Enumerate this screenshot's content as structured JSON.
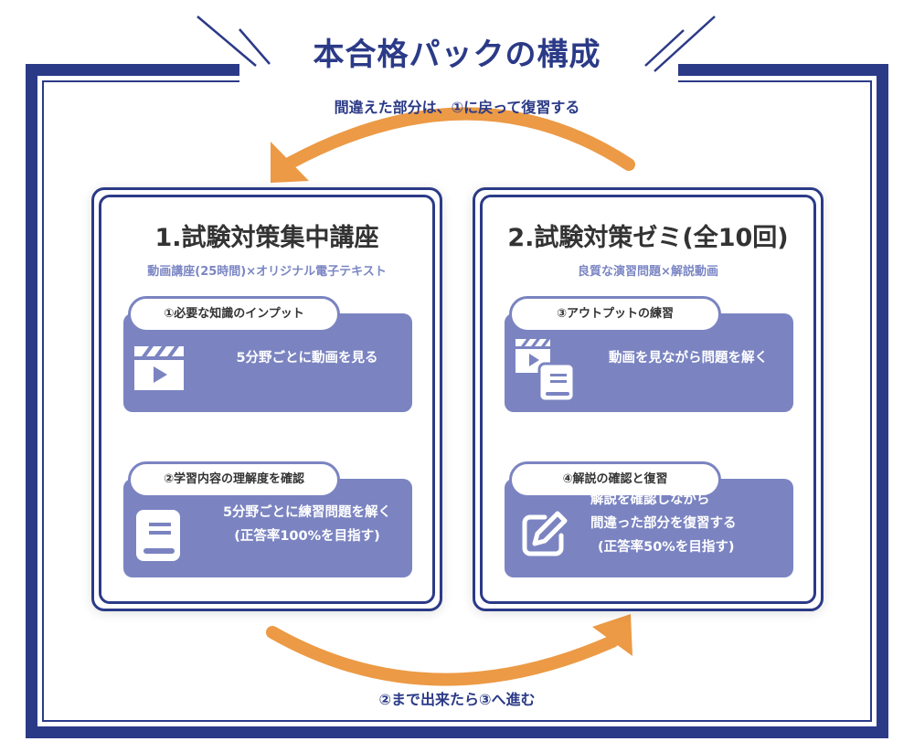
{
  "title": "本合格パックの構成",
  "top_note": "間違えた部分は、①に戻って復習する",
  "bottom_note": "②まで出来たら③へ進む",
  "colors": {
    "navy": "#2b3a87",
    "purple": "#7b84c1",
    "orange": "#ec9a45"
  },
  "cards": [
    {
      "title": "1.試験対策集中講座",
      "subtitle": "動画講座(25時間)×オリジナル電子テキスト",
      "steps": [
        {
          "label": "①必要な知識のインプット",
          "icon": "clapperboard-icon",
          "text": "5分野ごとに動画を見る"
        },
        {
          "label": "②学習内容の理解度を確認",
          "icon": "book-icon",
          "lines": [
            "5分野ごとに練習問題を解く",
            "(正答率100%を目指す)"
          ]
        }
      ]
    },
    {
      "title": "2.試験対策ゼミ(全10回)",
      "subtitle": "良質な演習問題×解説動画",
      "steps": [
        {
          "label": "③アウトプットの練習",
          "icon": "video-and-book-icon",
          "text": "動画を見ながら問題を解く"
        },
        {
          "label": "④解説の確認と復習",
          "icon": "edit-icon",
          "lines": [
            "解説を確認しながら",
            "間違った部分を復習する",
            "(正答率50%を目指す)"
          ]
        }
      ]
    }
  ]
}
